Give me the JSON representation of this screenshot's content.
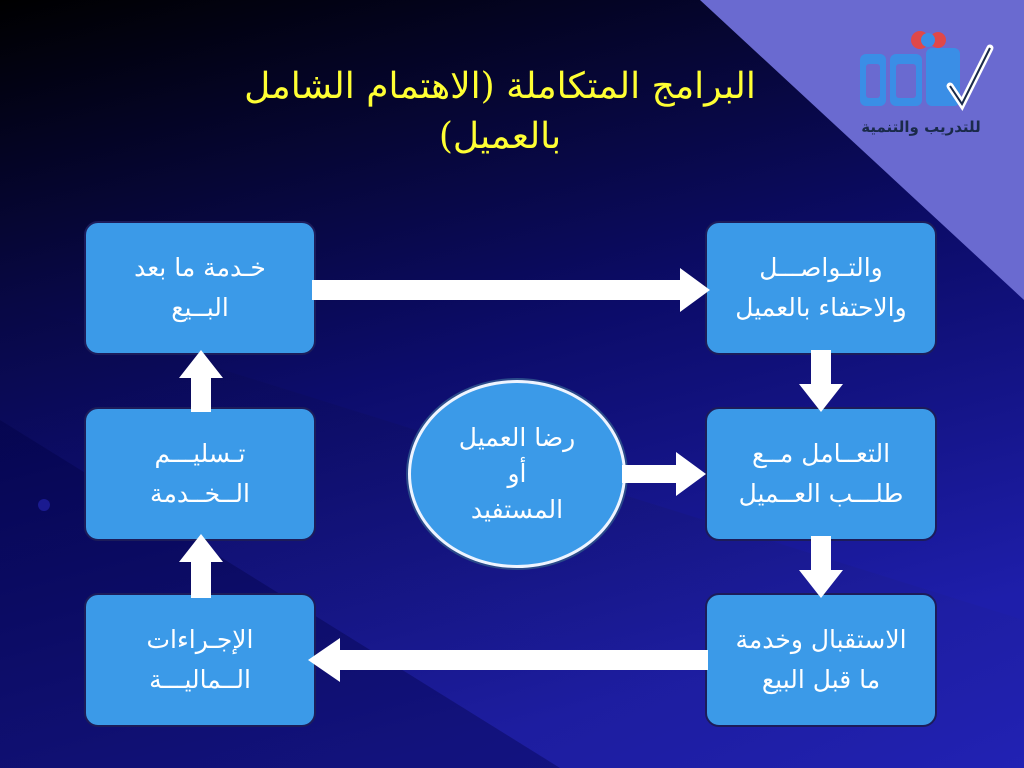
{
  "slide": {
    "title_line1": "البرامج المتكاملة (الاهتمام الشامل",
    "title_line2": "بالعميل)"
  },
  "logo": {
    "caption": "للتدريب والتنمية",
    "accent_colors": [
      "#3a8ee6",
      "#e04848",
      "#ffffff"
    ]
  },
  "diagram": {
    "nodes": [
      {
        "id": "after-sales",
        "lines": [
          "خـدمة ما بعد",
          "البــيع"
        ]
      },
      {
        "id": "communication",
        "lines": [
          "والتـواصـــل",
          "والاحتفاء بالعميل"
        ]
      },
      {
        "id": "delivery",
        "lines": [
          "تـسليـــم",
          "الــخــدمة"
        ]
      },
      {
        "id": "customer-satisfaction",
        "lines": [
          "رضا العميل",
          "أو",
          "المستفيد"
        ]
      },
      {
        "id": "request-handling",
        "lines": [
          "التعــامل مــع",
          "طلـــب العــميل"
        ]
      },
      {
        "id": "financial-procedures",
        "lines": [
          "الإجـراءات",
          "الــماليـــة"
        ]
      },
      {
        "id": "reception",
        "lines": [
          "الاستقبال وخدمة",
          "ما قبل البيع"
        ]
      }
    ],
    "edges": [
      {
        "from": "after-sales",
        "to": "communication"
      },
      {
        "from": "communication",
        "to": "request-handling"
      },
      {
        "from": "customer-satisfaction",
        "to": "request-handling"
      },
      {
        "from": "request-handling",
        "to": "reception"
      },
      {
        "from": "reception",
        "to": "financial-procedures"
      },
      {
        "from": "financial-procedures",
        "to": "delivery"
      },
      {
        "from": "delivery",
        "to": "after-sales"
      }
    ]
  },
  "colors": {
    "title": "#ffff33",
    "box_fill": "#3b9ae8",
    "arrow": "#ffffff",
    "bg_dark": "#000000",
    "bg_blue": "#1c1ca0",
    "corner": "#6a6ad0"
  }
}
